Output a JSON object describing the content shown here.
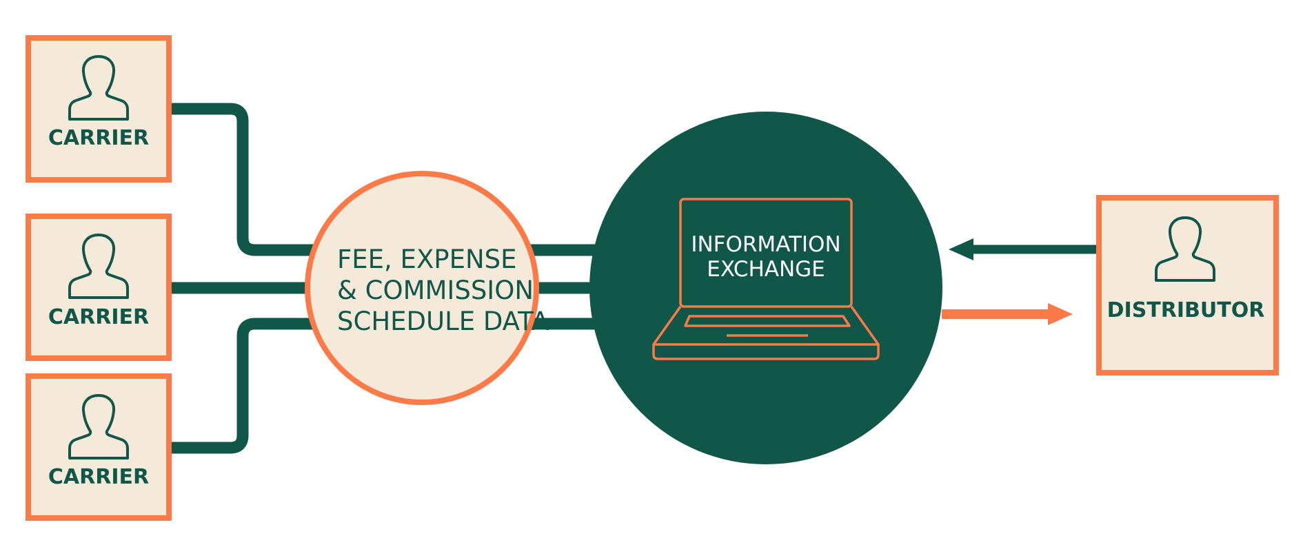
{
  "colors": {
    "accent_orange": "#fb7a47",
    "dark_green": "#10574a",
    "cream": "#f5e9da",
    "background": "#ffffff"
  },
  "carriers": [
    {
      "label": "CARRIER",
      "icon": "person-icon"
    },
    {
      "label": "CARRIER",
      "icon": "person-icon"
    },
    {
      "label": "CARRIER",
      "icon": "person-icon"
    }
  ],
  "hub": {
    "lines": [
      "FEE, EXPENSE",
      "& COMMISSION",
      "SCHEDULE DATA"
    ]
  },
  "exchange": {
    "lines": [
      "INFORMATION",
      "EXCHANGE"
    ],
    "icon": "laptop-icon"
  },
  "distributor": {
    "label": "DISTRIBUTOR",
    "icon": "person-icon"
  },
  "flows": [
    {
      "from": "distributor",
      "to": "information-exchange",
      "color": "#10574a"
    },
    {
      "from": "information-exchange",
      "to": "distributor",
      "color": "#fb7a47"
    }
  ]
}
